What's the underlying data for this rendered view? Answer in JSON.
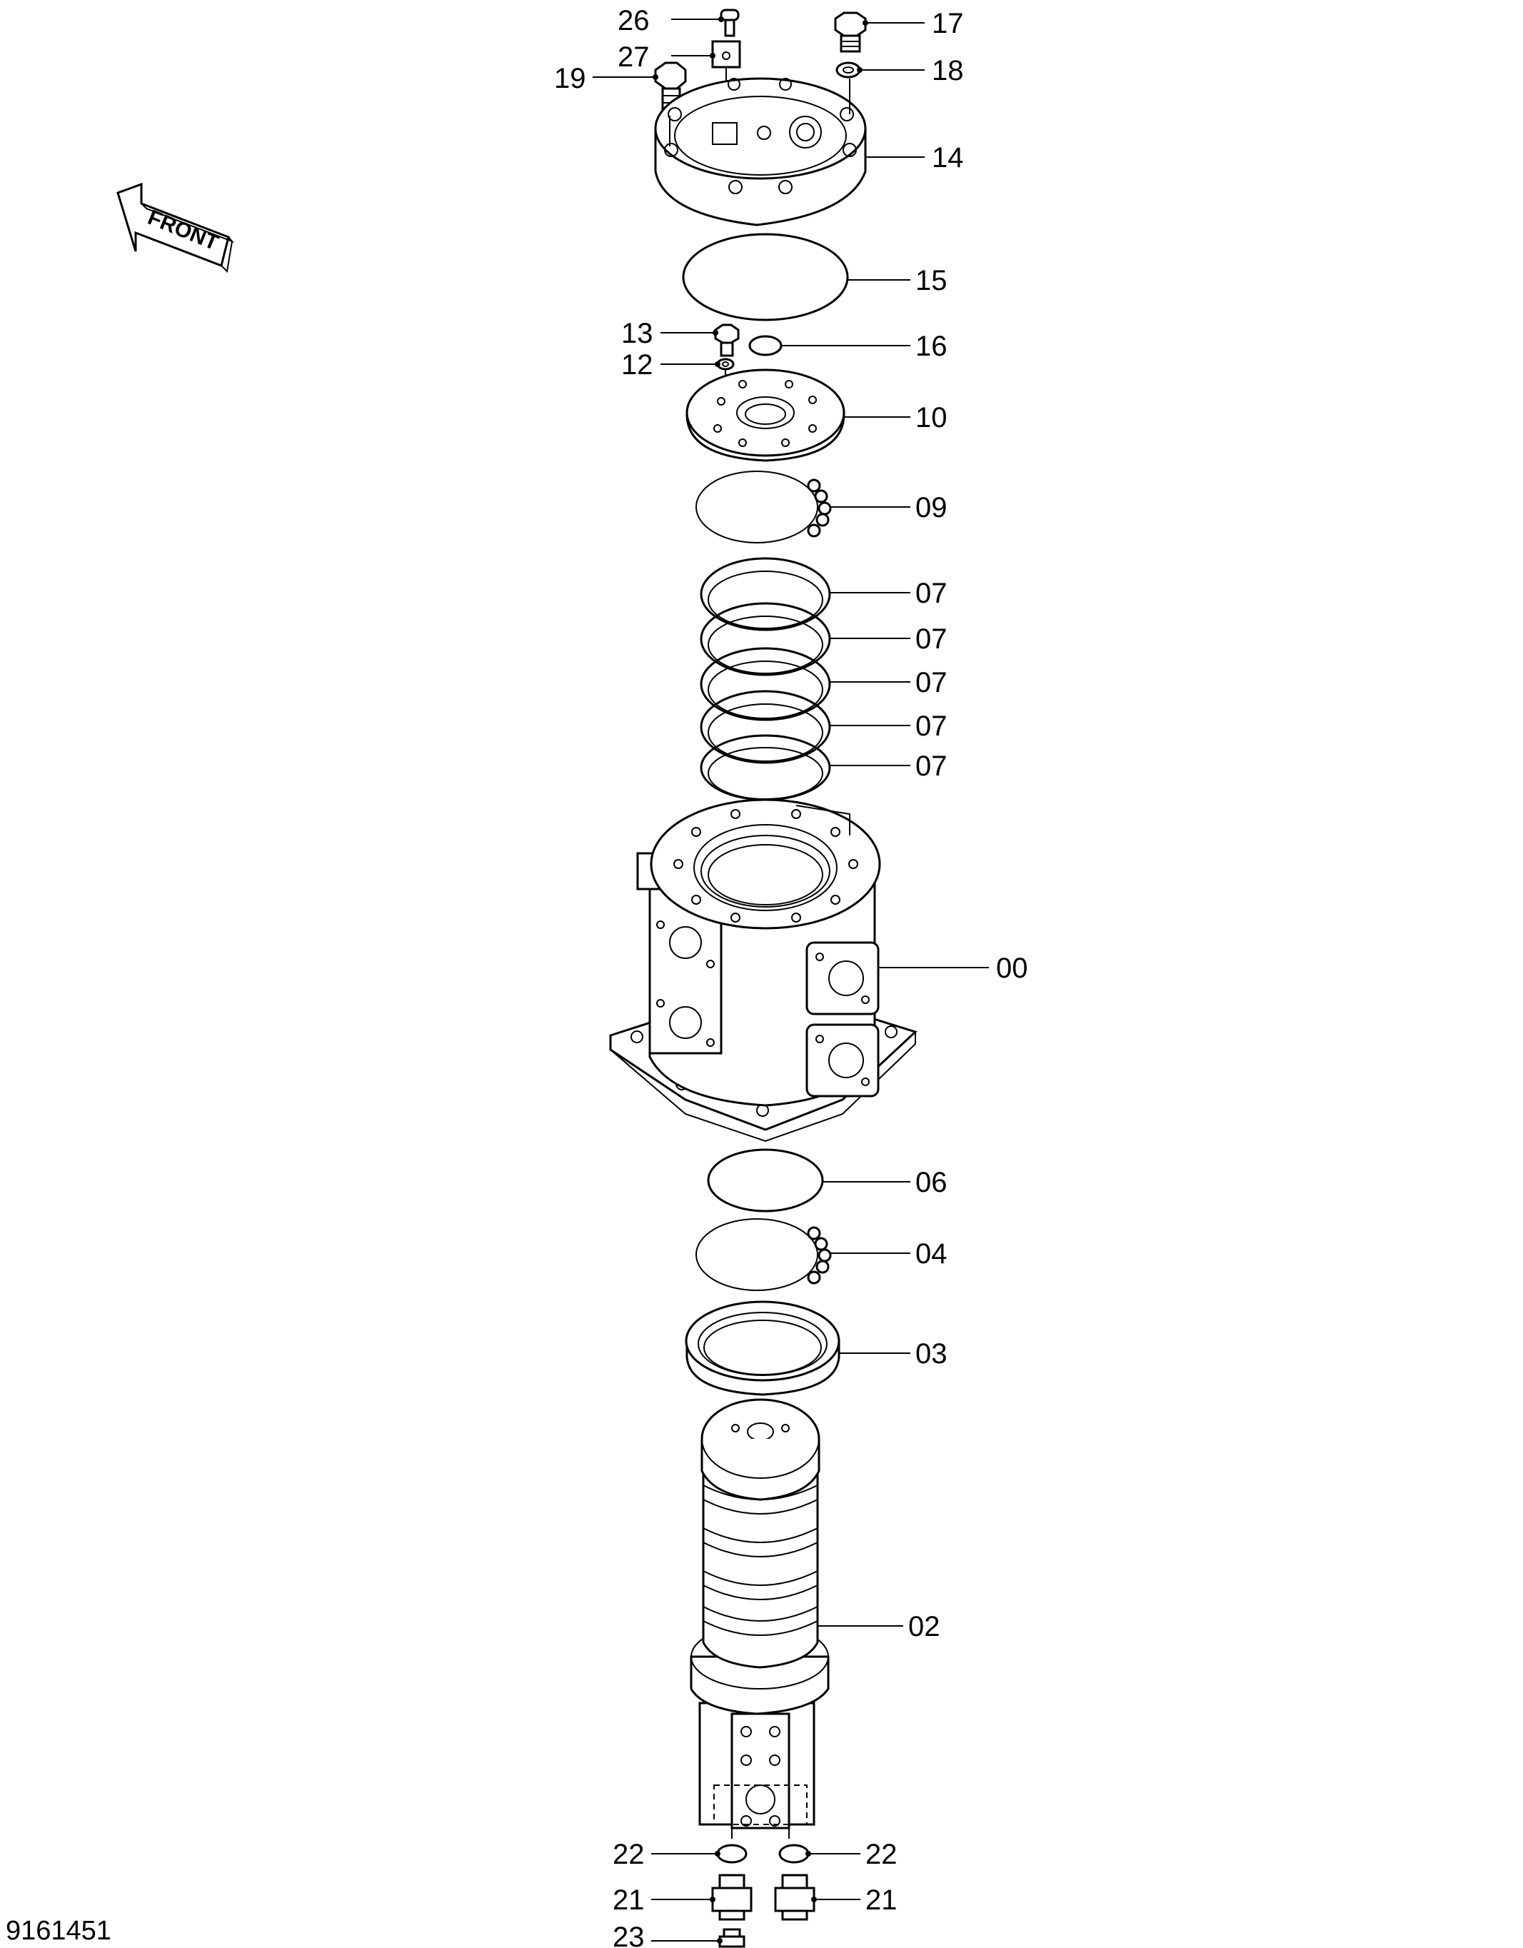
{
  "diagram_code": "9161451",
  "front_label": "FRONT",
  "callouts": {
    "c26": "26",
    "c27": "27",
    "c19": "19",
    "c17": "17",
    "c18": "18",
    "c14": "14",
    "c15": "15",
    "c13": "13",
    "c12": "12",
    "c16": "16",
    "c10": "10",
    "c09": "09",
    "c07a": "07",
    "c07b": "07",
    "c07c": "07",
    "c07d": "07",
    "c07e": "07",
    "c00": "00",
    "c06": "06",
    "c04": "04",
    "c03": "03",
    "c02": "02",
    "c22a": "22",
    "c22b": "22",
    "c21a": "21",
    "c21b": "21",
    "c23": "23"
  }
}
